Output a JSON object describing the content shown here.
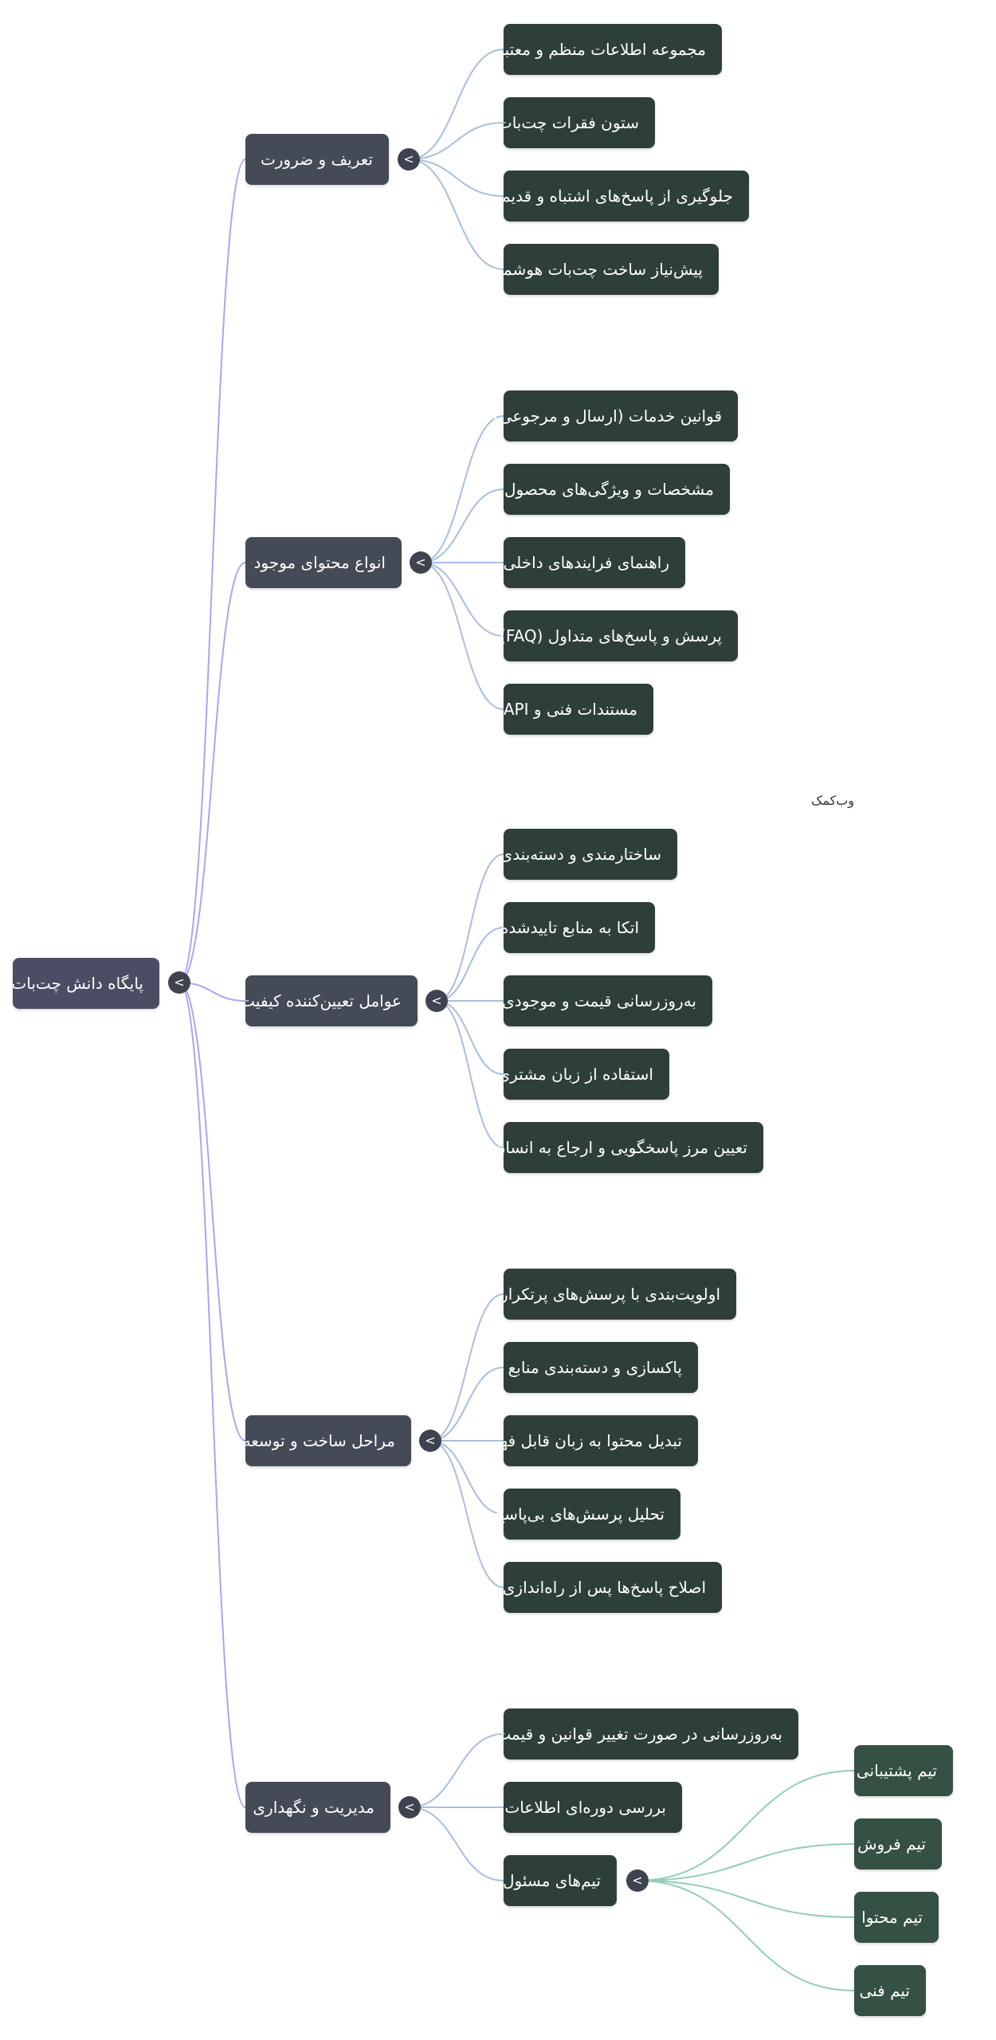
{
  "mindmap": {
    "root": {
      "label": "پایگاه دانش چت‌بات",
      "branches": [
        {
          "label": "تعریف و ضرورت",
          "children": [
            {
              "label": "مجموعه اطلاعات منظم و معتبر"
            },
            {
              "label": "ستون فقرات چت‌بات"
            },
            {
              "label": "جلوگیری از پاسخ‌های اشتباه و قدیمی"
            },
            {
              "label": "پیش‌نیاز ساخت چت‌بات هوشمند"
            }
          ]
        },
        {
          "label": "انواع محتوای موجود",
          "children": [
            {
              "label": "قوانین خدمات (ارسال و مرجوعی)"
            },
            {
              "label": "مشخصات و ویژگی‌های محصول"
            },
            {
              "label": "راهنمای فرایندهای داخلی"
            },
            {
              "label": "پرسش و پاسخ‌های متداول (FAQ)"
            },
            {
              "label": "مستندات فنی و API"
            }
          ]
        },
        {
          "label": "عوامل تعیین‌کننده کیفیت",
          "children": [
            {
              "label": "ساختارمندی و دسته‌بندی"
            },
            {
              "label": "اتکا به منابع تاییدشده"
            },
            {
              "label": "به‌روزرسانی قیمت و موجودی"
            },
            {
              "label": "استفاده از زبان مشتری"
            },
            {
              "label": "تعیین مرز پاسخگویی و ارجاع به انسان"
            }
          ]
        },
        {
          "label": "مراحل ساخت و توسعه",
          "children": [
            {
              "label": "اولویت‌بندی با پرسش‌های پرتکرار"
            },
            {
              "label": "پاکسازی و دسته‌بندی منابع"
            },
            {
              "label": "تبدیل محتوا به زبان قابل فهم"
            },
            {
              "label": "تحلیل پرسش‌های بی‌پاسخ"
            },
            {
              "label": "اصلاح پاسخ‌ها پس از راه‌اندازی"
            }
          ]
        },
        {
          "label": "مدیریت و نگهداری",
          "children": [
            {
              "label": "به‌روزرسانی در صورت تغییر قوانین و قیمت"
            },
            {
              "label": "بررسی دوره‌ای اطلاعات"
            },
            {
              "label": "تیم‌های مسئول",
              "children": [
                {
                  "label": "تیم پشتیبانی"
                },
                {
                  "label": "تیم فروش"
                },
                {
                  "label": "تیم محتوا"
                },
                {
                  "label": "تیم فنی"
                }
              ]
            }
          ]
        }
      ]
    },
    "floating_label": "وب‌کمک",
    "toggle_glyph": "<",
    "colors": {
      "root_edge": "#a9a6f0",
      "branch_edge": "#a8bfdc",
      "team_edge": "#93cdb6"
    }
  }
}
